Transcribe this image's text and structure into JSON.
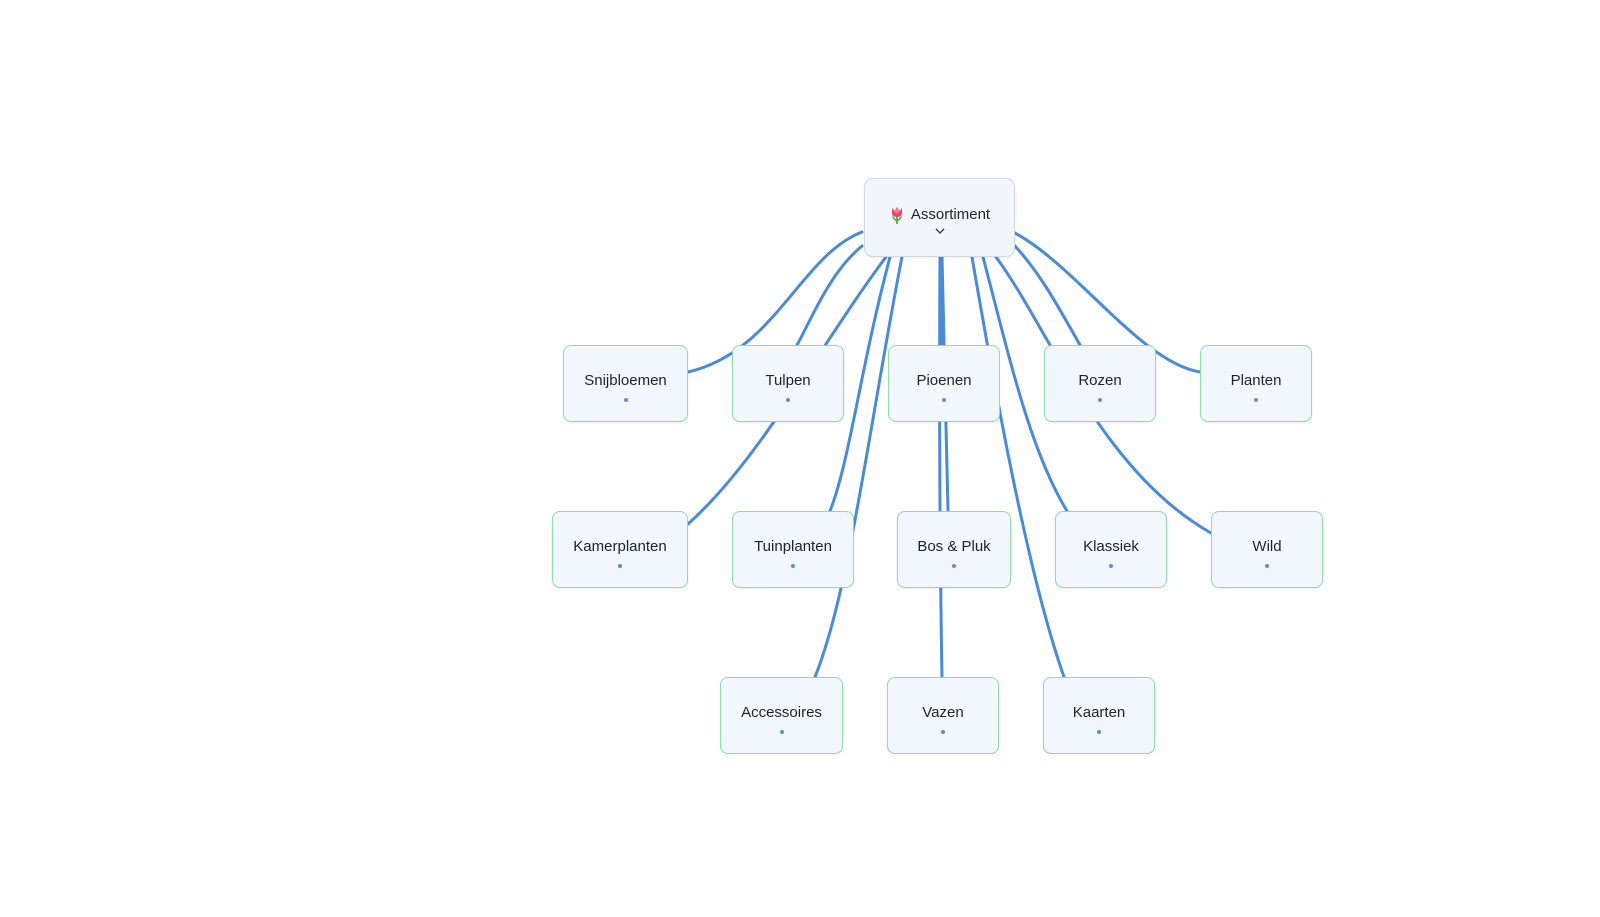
{
  "root": {
    "label": "Assortiment",
    "icon": "tulip-icon",
    "toggle_icon": "chevron-down-icon"
  },
  "colors": {
    "edge": "#4a8bd4",
    "node_border": "#8fdaa9",
    "node_bg": "#f1f7fd",
    "root_border": "#cfd8e3",
    "handle": "#5d8fd3"
  },
  "nodes": [
    {
      "id": "snijbloemen",
      "label": "Snijbloemen"
    },
    {
      "id": "tulpen",
      "label": "Tulpen"
    },
    {
      "id": "pioenen",
      "label": "Pioenen"
    },
    {
      "id": "rozen",
      "label": "Rozen"
    },
    {
      "id": "planten",
      "label": "Planten"
    },
    {
      "id": "kamerplanten",
      "label": "Kamerplanten"
    },
    {
      "id": "tuinplanten",
      "label": "Tuinplanten"
    },
    {
      "id": "bos-pluk",
      "label": "Bos & Pluk"
    },
    {
      "id": "klassiek",
      "label": "Klassiek"
    },
    {
      "id": "wild",
      "label": "Wild"
    },
    {
      "id": "accessoires",
      "label": "Accessoires"
    },
    {
      "id": "vazen",
      "label": "Vazen"
    },
    {
      "id": "kaarten",
      "label": "Kaarten"
    }
  ]
}
